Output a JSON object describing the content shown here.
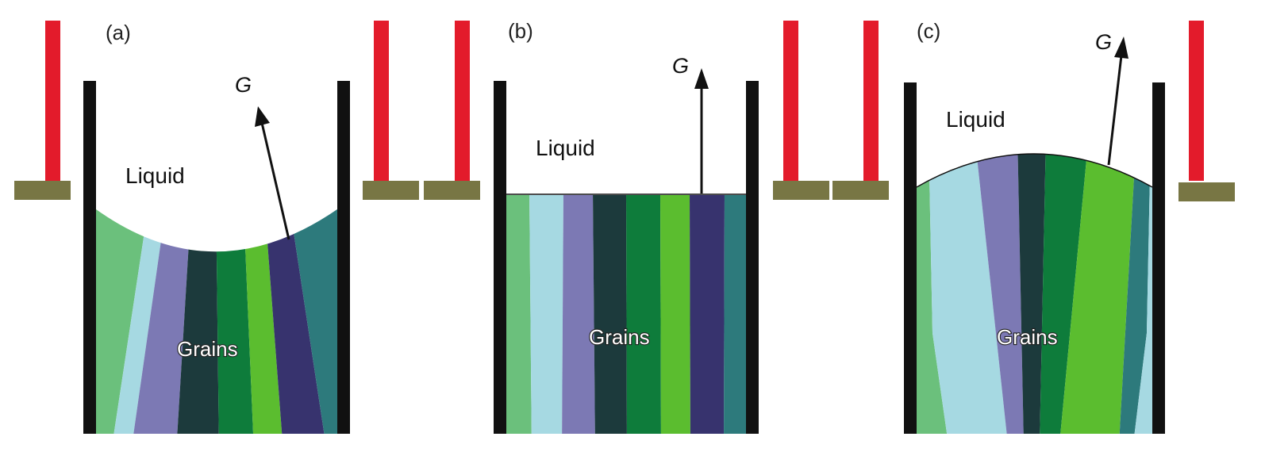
{
  "panels": [
    {
      "label": "(a)",
      "liquid": "Liquid",
      "grains": "Grains",
      "vector": "G"
    },
    {
      "label": "(b)",
      "liquid": "Liquid",
      "grains": "Grains",
      "vector": "G"
    },
    {
      "label": "(c)",
      "liquid": "Liquid",
      "grains": "Grains",
      "vector": "G"
    }
  ],
  "colors": {
    "heater": "#e31b2b",
    "heater_base": "#787644",
    "wall": "#111111",
    "grain_palette": [
      "#6bc07c",
      "#a6d9e2",
      "#7c79b4",
      "#1c3a3c",
      "#0e7c3b",
      "#5bbd2f",
      "#37336e",
      "#2d7a7c"
    ]
  }
}
